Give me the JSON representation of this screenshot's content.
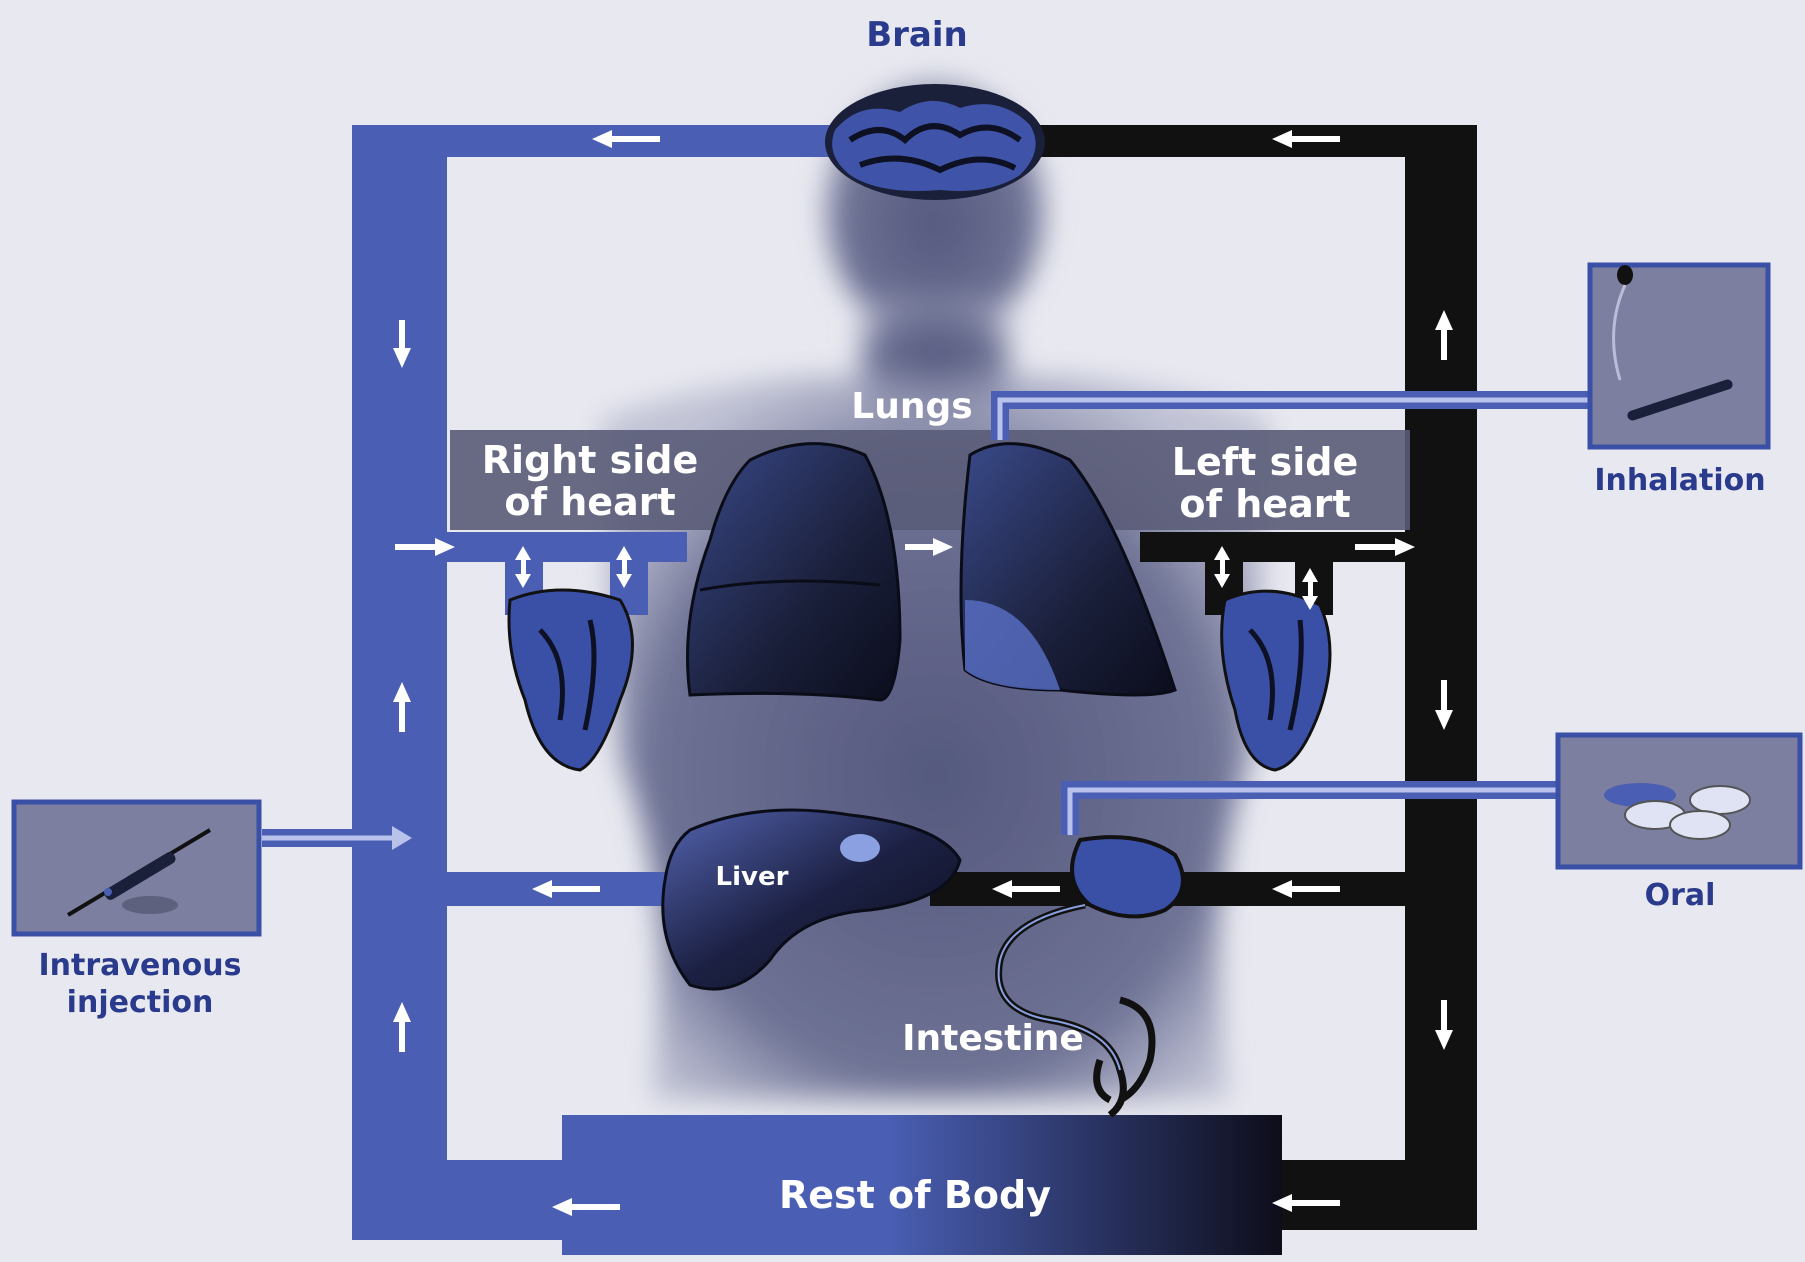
{
  "labels": {
    "brain": "Brain",
    "lungs": "Lungs",
    "right_heart_line1": "Right side",
    "right_heart_line2": "of heart",
    "left_heart_line1": "Left side",
    "left_heart_line2": "of heart",
    "liver": "Liver",
    "intestine": "Intestine",
    "rest_of_body": "Rest of Body",
    "inhalation": "Inhalation",
    "oral": "Oral",
    "iv_line1": "Intravenous",
    "iv_line2": "injection"
  },
  "colors": {
    "venous": "#4a5fb4",
    "arterial": "#111111",
    "background": "#e8e9f0",
    "label_blue": "#2a3a8c",
    "silhouette": "#6e7294"
  },
  "icons": {
    "inhalation": "inhaler-icon",
    "oral": "pills-icon",
    "intravenous": "syringe-icon"
  }
}
